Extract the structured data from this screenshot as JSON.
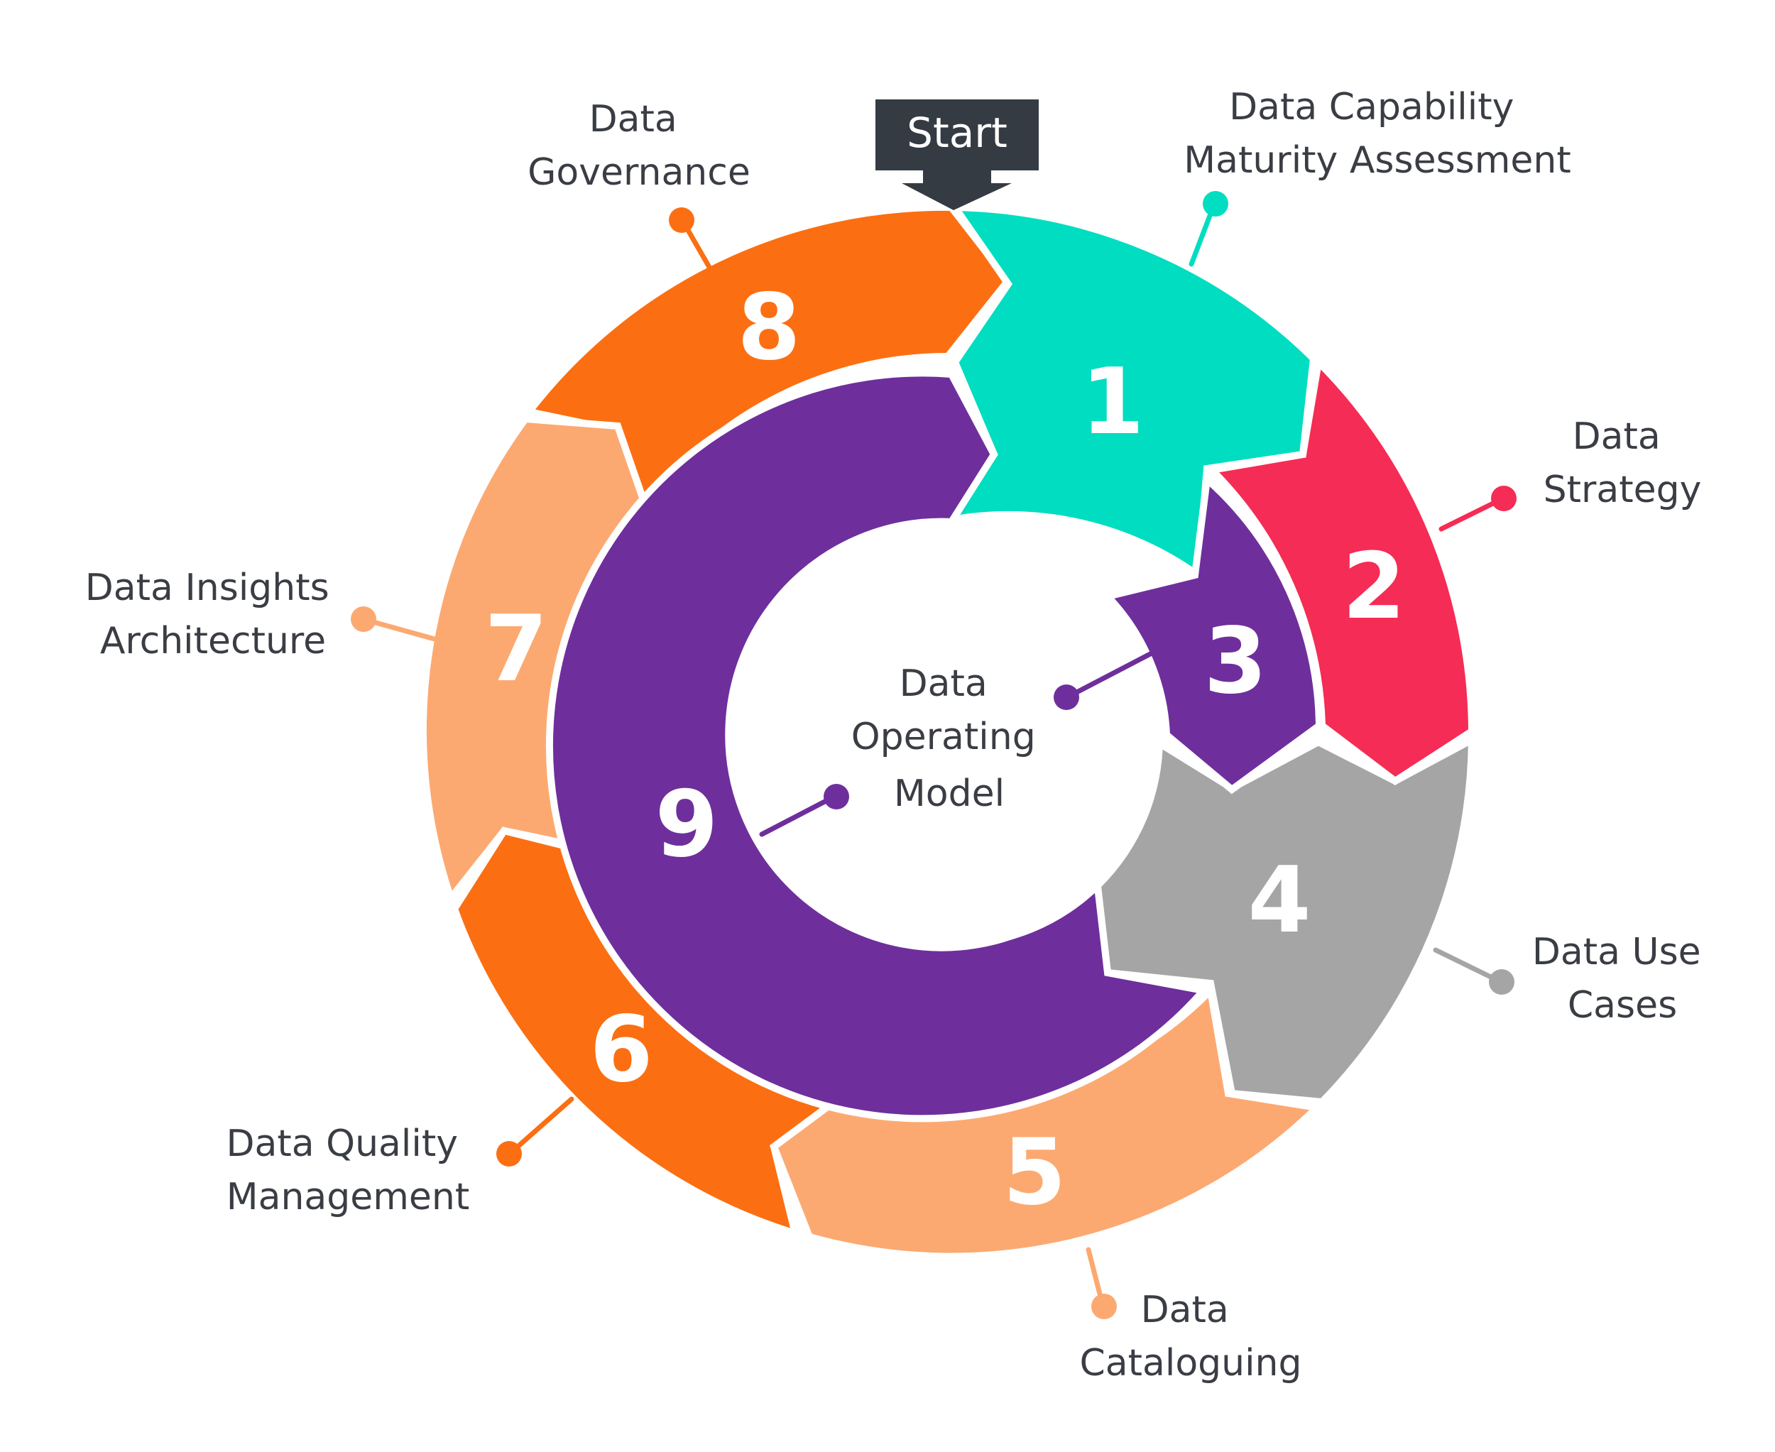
{
  "start_label": "Start",
  "center_label": [
    "Data",
    "Operating",
    "Model"
  ],
  "colors": {
    "step1": "#00DDC0",
    "step2": "#F52C55",
    "step3": "#6E2F9C",
    "step4": "#A5A5A5",
    "step5": "#FCA971",
    "step6": "#FB6F12",
    "step7": "#FCA971",
    "step8": "#FB6F12",
    "step9": "#6E2F9C",
    "start_box": "#353B43",
    "text": "#3A3D44"
  },
  "steps": [
    {
      "number": "1",
      "label": [
        "Data Capability",
        "Maturity Assessment"
      ]
    },
    {
      "number": "2",
      "label": [
        "Data",
        "Strategy"
      ]
    },
    {
      "number": "3",
      "label": []
    },
    {
      "number": "4",
      "label": [
        "Data Use",
        "Cases"
      ]
    },
    {
      "number": "5",
      "label": [
        "Data",
        "Cataloguing"
      ]
    },
    {
      "number": "6",
      "label": [
        "Data Quality",
        "Management"
      ]
    },
    {
      "number": "7",
      "label": [
        "Data Insights",
        "Architecture"
      ]
    },
    {
      "number": "8",
      "label": [
        "Data",
        "Governance"
      ]
    },
    {
      "number": "9",
      "label": []
    }
  ]
}
